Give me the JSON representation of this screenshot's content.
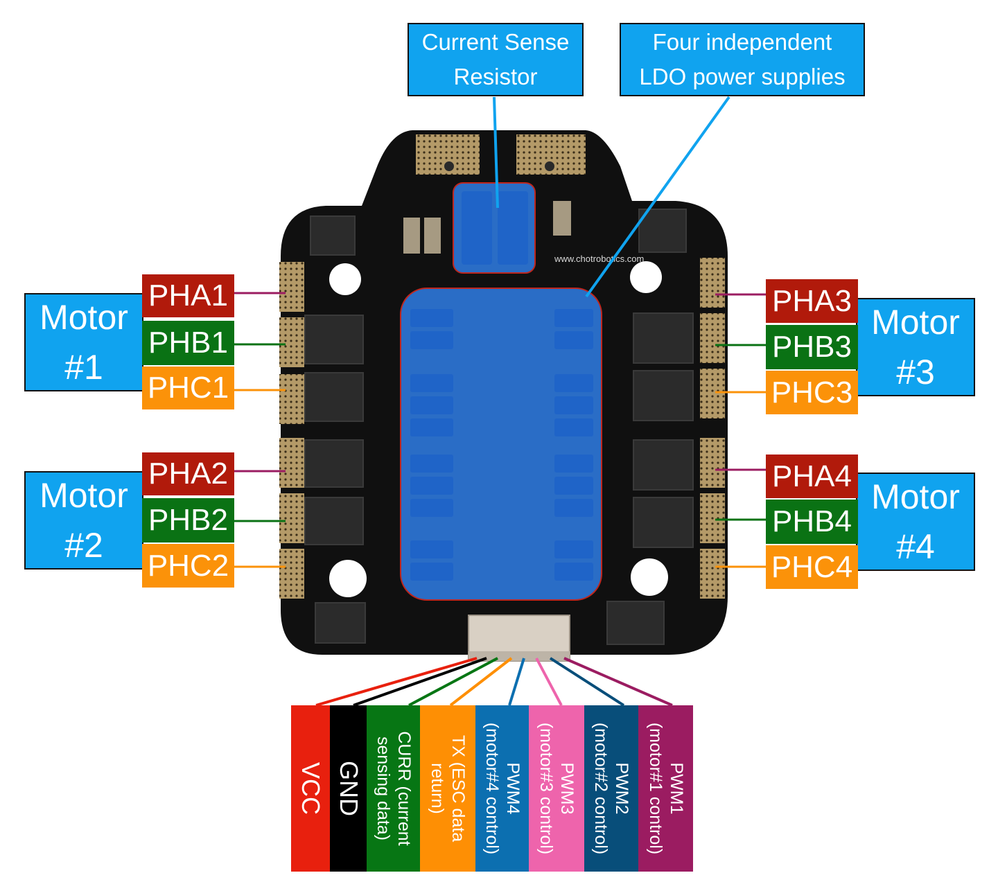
{
  "callouts": {
    "current_sense": [
      "Current Sense",
      "Resistor"
    ],
    "ldo": [
      "Four independent",
      "LDO power supplies"
    ]
  },
  "motors": [
    {
      "label": [
        "Motor",
        "#1"
      ],
      "phases": [
        "PHA1",
        "PHB1",
        "PHC1"
      ]
    },
    {
      "label": [
        "Motor",
        "#2"
      ],
      "phases": [
        "PHA2",
        "PHB2",
        "PHC2"
      ]
    },
    {
      "label": [
        "Motor",
        "#3"
      ],
      "phases": [
        "PHA3",
        "PHB3",
        "PHC3"
      ]
    },
    {
      "label": [
        "Motor",
        "#4"
      ],
      "phases": [
        "PHA4",
        "PHB4",
        "PHC4"
      ]
    }
  ],
  "pins": [
    {
      "label": [
        "VCC"
      ],
      "color": "#e8200e"
    },
    {
      "label": [
        "GND"
      ],
      "color": "#000000"
    },
    {
      "label": [
        "CURR (current",
        "sensing data)"
      ],
      "color": "#077614"
    },
    {
      "label": [
        "TX (ESC data",
        "return)"
      ],
      "color": "#fe8f04"
    },
    {
      "label": [
        "PWM4",
        "(motor#4 control)"
      ],
      "color": "#0c6fb0"
    },
    {
      "label": [
        "PWM3",
        "(motor#3 control)"
      ],
      "color": "#ee64ac"
    },
    {
      "label": [
        "PWM2",
        "(motor#2 control)"
      ],
      "color": "#084e7a"
    },
    {
      "label": [
        "PWM1",
        "(motor#1 control)"
      ],
      "color": "#9b1c61"
    }
  ],
  "board_silkscreen": "www.chotrobotics.com",
  "colors": {
    "callout_blue": "#10a3ef",
    "phase_a": "#b11a0b",
    "phase_b": "#0a7214",
    "phase_c": "#fb9209",
    "pha_wire": "#9b1c61",
    "highlight": "#2f7ee6"
  }
}
